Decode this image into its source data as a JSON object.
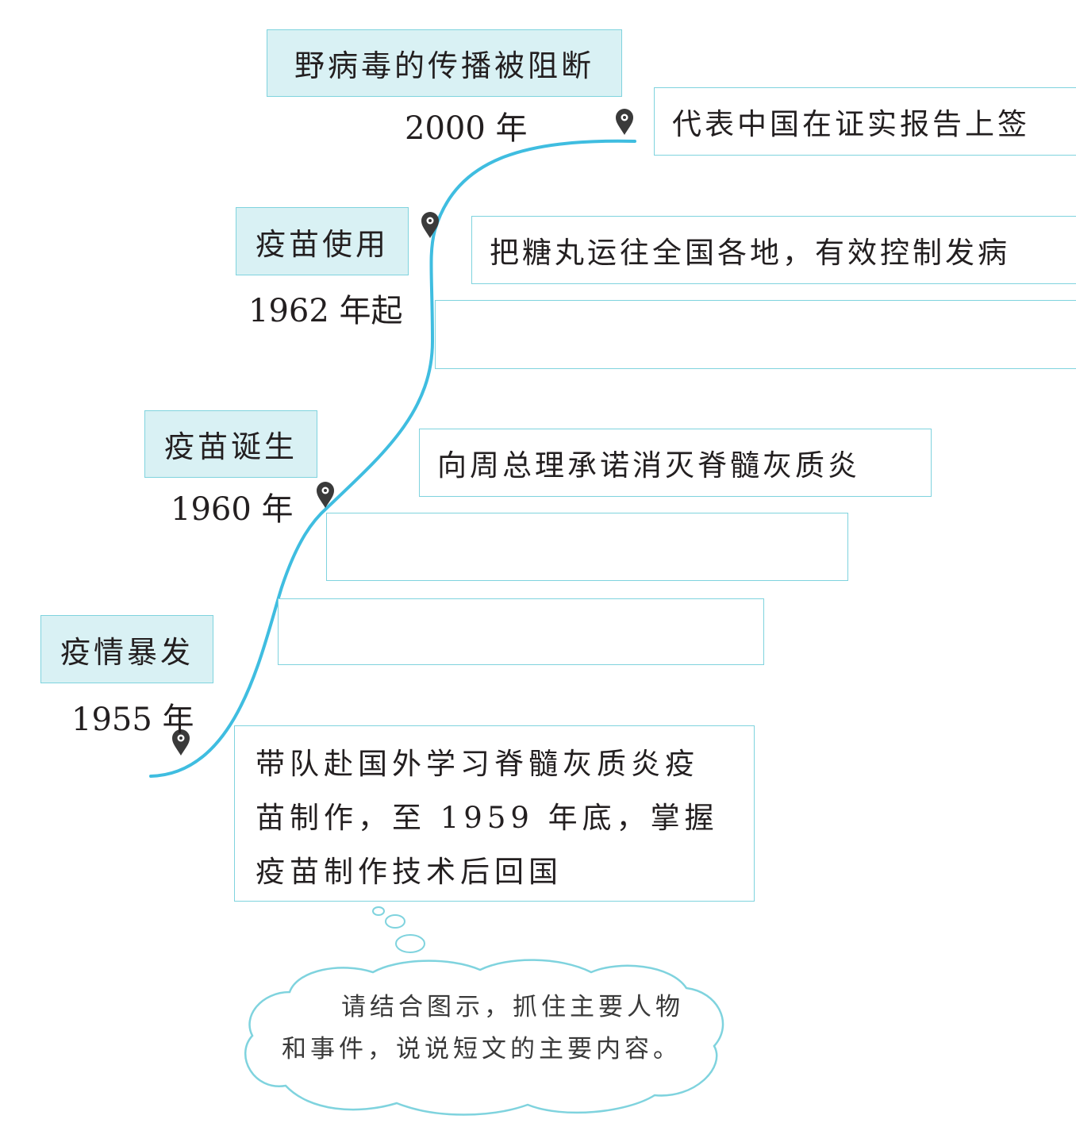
{
  "stages": [
    {
      "id": "outbreak",
      "label": "疫情暴发",
      "year": "1955 年"
    },
    {
      "id": "vaccine-born",
      "label": "疫苗诞生",
      "year": "1960 年"
    },
    {
      "id": "vaccine-use",
      "label": "疫苗使用",
      "year": "1962 年起"
    },
    {
      "id": "wild-virus-blocked",
      "label": "野病毒的传播被阻断",
      "year": "2000 年"
    }
  ],
  "events": {
    "study_abroad": [
      "带队赴国外学习脊髓灰质炎疫",
      "苗制作，至 1959 年底，掌握",
      "疫苗制作技术后回国"
    ],
    "promise": "向周总理承诺消灭脊髓灰质炎",
    "distribute": "把糖丸运往全国各地，有效控制发病",
    "sign": "代表中国在证实报告上签",
    "blank_1": "",
    "blank_2": "",
    "blank_3": ""
  },
  "thought_bubble": {
    "line1": "请结合图示，抓住主要人物",
    "line2": "和事件，说说短文的主要内容。"
  },
  "colors": {
    "curve": "#3fbde0",
    "box_border": "#7fd3de",
    "label_fill": "#d9f1f4",
    "pin": "#3a3a3a",
    "text": "#231f20"
  }
}
